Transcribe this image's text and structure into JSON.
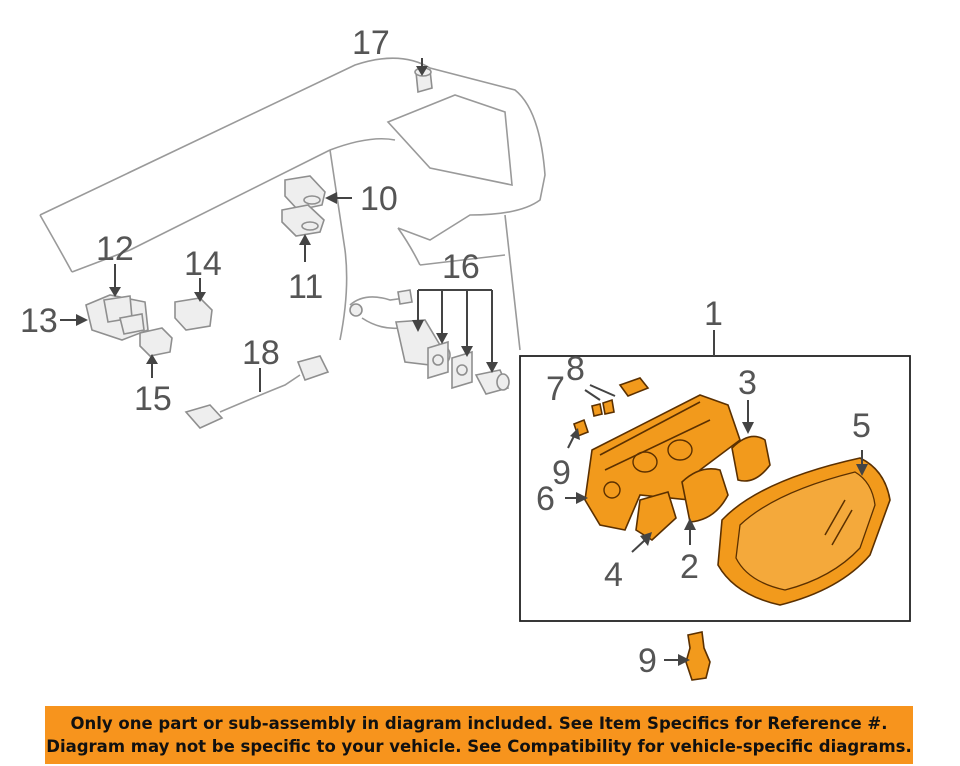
{
  "callouts": [
    {
      "id": "label-1",
      "text": "1"
    },
    {
      "id": "label-2",
      "text": "2"
    },
    {
      "id": "label-3",
      "text": "3"
    },
    {
      "id": "label-4",
      "text": "4"
    },
    {
      "id": "label-5",
      "text": "5"
    },
    {
      "id": "label-6",
      "text": "6"
    },
    {
      "id": "label-7",
      "text": "7"
    },
    {
      "id": "label-8",
      "text": "8"
    },
    {
      "id": "label-9a",
      "text": "9"
    },
    {
      "id": "label-9b",
      "text": "9"
    },
    {
      "id": "label-10",
      "text": "10"
    },
    {
      "id": "label-11",
      "text": "11"
    },
    {
      "id": "label-12",
      "text": "12"
    },
    {
      "id": "label-13",
      "text": "13"
    },
    {
      "id": "label-14",
      "text": "14"
    },
    {
      "id": "label-15",
      "text": "15"
    },
    {
      "id": "label-16",
      "text": "16"
    },
    {
      "id": "label-17",
      "text": "17"
    },
    {
      "id": "label-18",
      "text": "18"
    }
  ],
  "banner": {
    "line1": "Only one part or sub-assembly in diagram included. See Item Specifics for Reference #.",
    "line2": "Diagram may not be specific to your vehicle. See Compatibility for vehicle-specific diagrams.",
    "color": "#f7941d"
  },
  "colors": {
    "highlight": "#f29a1c",
    "outline": "#8f8f8f"
  }
}
